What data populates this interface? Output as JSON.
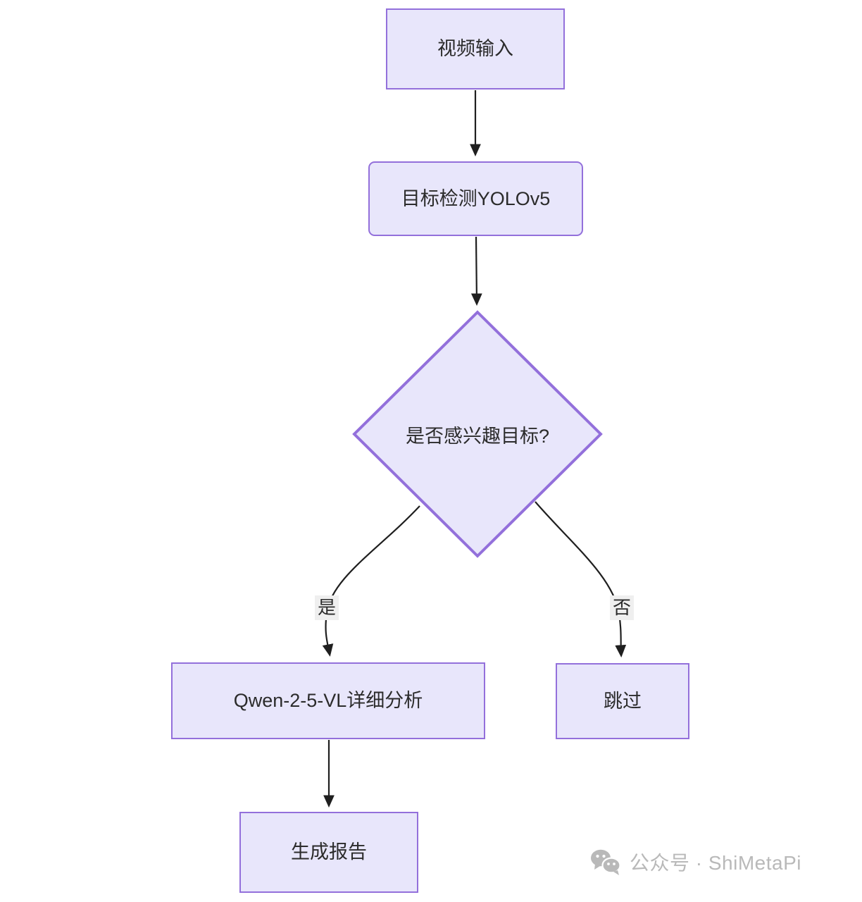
{
  "diagram": {
    "type": "flowchart",
    "direction": "top-down",
    "theme": {
      "node_fill": "#e8e6fb",
      "node_border": "#9370db",
      "node_text": "#2b2b2b",
      "edge_color": "#1f1f1f",
      "edge_label_bg": "#efefef",
      "canvas_bg": "#ffffff",
      "watermark_color": "#b9b9b9"
    },
    "nodes": [
      {
        "id": "video_input",
        "label": "视频输入",
        "shape": "rectangle"
      },
      {
        "id": "yolo_detect",
        "label": "目标检测YOLOv5",
        "shape": "rounded-rectangle"
      },
      {
        "id": "decision",
        "label": "是否感兴趣目标?",
        "shape": "diamond"
      },
      {
        "id": "qwen_analysis",
        "label": "Qwen-2-5-VL详细分析",
        "shape": "rectangle"
      },
      {
        "id": "skip",
        "label": "跳过",
        "shape": "rectangle"
      },
      {
        "id": "report",
        "label": "生成报告",
        "shape": "rectangle"
      }
    ],
    "edges": [
      {
        "from": "video_input",
        "to": "yolo_detect",
        "label": ""
      },
      {
        "from": "yolo_detect",
        "to": "decision",
        "label": ""
      },
      {
        "from": "decision",
        "to": "qwen_analysis",
        "label": "是"
      },
      {
        "from": "decision",
        "to": "skip",
        "label": "否"
      },
      {
        "from": "qwen_analysis",
        "to": "report",
        "label": ""
      }
    ]
  },
  "watermark": {
    "icon": "wechat-icon",
    "text": "公众号 · ShiMetaPi"
  }
}
